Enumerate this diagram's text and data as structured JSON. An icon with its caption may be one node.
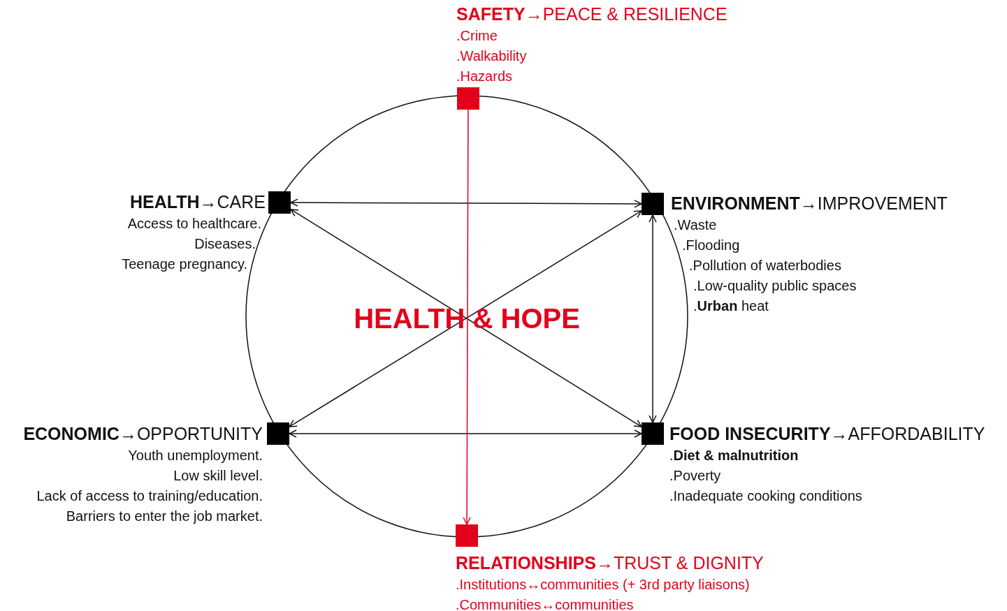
{
  "diagram": {
    "nodes": [
      {
        "text": [],
        "shape": "box",
        "beside": [
          "**SAFETY**→PEACE & RESILIENCE",
          ".Crime",
          ".Walkability",
          ".Hazards"
        ]
      },
      {
        "text": [],
        "shape": "box",
        "beside": [
          "**HEALTH**→CARE",
          "Access to healthcare.",
          "Diseases.",
          "Teenage pregnancy."
        ]
      },
      {
        "text": [],
        "shape": "box",
        "beside": [
          "**ENVIRONMENT**→IMPROVEMENT",
          ".Waste",
          ".Flooding",
          ".Pollution of waterbodies",
          ".Low-quality public spaces",
          ".**Urban** heat"
        ]
      },
      {
        "text": [],
        "shape": "box",
        "beside": [
          "**ECONOMIC**→OPPORTUNITY",
          "Youth unemployment.",
          "Low skill level.",
          "Lack of access to training/education.",
          "Barriers to enter the job market."
        ]
      },
      {
        "text": [],
        "shape": "box",
        "beside": [
          "**FOOD INSECURITY**→AFFORDABILITY",
          ".**Diet & malnutrition**",
          ".Poverty",
          ".Inadequate cooking conditions"
        ]
      },
      {
        "text": [],
        "shape": "box",
        "beside": [
          "**RELATIONSHIPS**→TRUST & DIGNITY",
          ".Institutions↔communities (+ 3rd party liaisons)",
          ".Communities↔communities"
        ]
      }
    ],
    "edges": [
      {
        "from": 1,
        "to": 2,
        "arrow": "both"
      },
      {
        "from": 1,
        "to": 4,
        "arrow": "both"
      },
      {
        "from": 3,
        "to": 2,
        "arrow": "both"
      },
      {
        "from": 2,
        "to": 4,
        "arrow": "both"
      },
      {
        "from": 3,
        "to": 4,
        "arrow": "both"
      },
      {
        "from": 0,
        "to": 5,
        "arrow": "to",
        "color": "#e2001a"
      }
    ],
    "labels": [
      "HEALTH & HOPE"
    ]
  }
}
